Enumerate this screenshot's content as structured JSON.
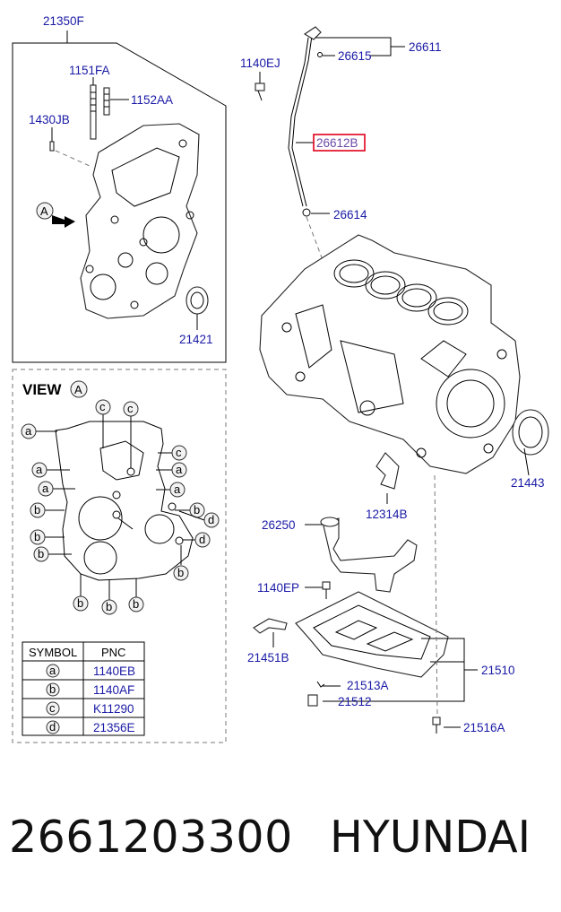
{
  "labels": {
    "l21350F": "21350F",
    "l1151FA": "1151FA",
    "l1152AA": "1152AA",
    "l1430JB": "1430JB",
    "l21421": "21421",
    "l1140EJ": "1140EJ",
    "l26611": "26611",
    "l26615": "26615",
    "l26612B": "26612B",
    "l26614": "26614",
    "l21443": "21443",
    "l12314B": "12314B",
    "l26250": "26250",
    "l1140EP": "1140EP",
    "l21451B": "21451B",
    "l21513A": "21513A",
    "l21510": "21510",
    "l21512": "21512",
    "l21516A": "21516A",
    "arrowA": "A",
    "viewTitle": "VIEW",
    "viewA": "A"
  },
  "symbol_table": {
    "headers": [
      "SYMBOL",
      "PNC"
    ],
    "rows": [
      {
        "symbol": "a",
        "pnc": "1140EB"
      },
      {
        "symbol": "b",
        "pnc": "1140AF"
      },
      {
        "symbol": "c",
        "pnc": "K11290"
      },
      {
        "symbol": "d",
        "pnc": "21356E"
      }
    ]
  },
  "view_markers": {
    "a": "a",
    "b": "b",
    "c": "c",
    "d": "d"
  },
  "footer": {
    "part_number": "2661203300",
    "brand": "HYUNDAI"
  },
  "colors": {
    "label_blue": "#1a1aa6",
    "highlight_red": "#e0001b"
  }
}
